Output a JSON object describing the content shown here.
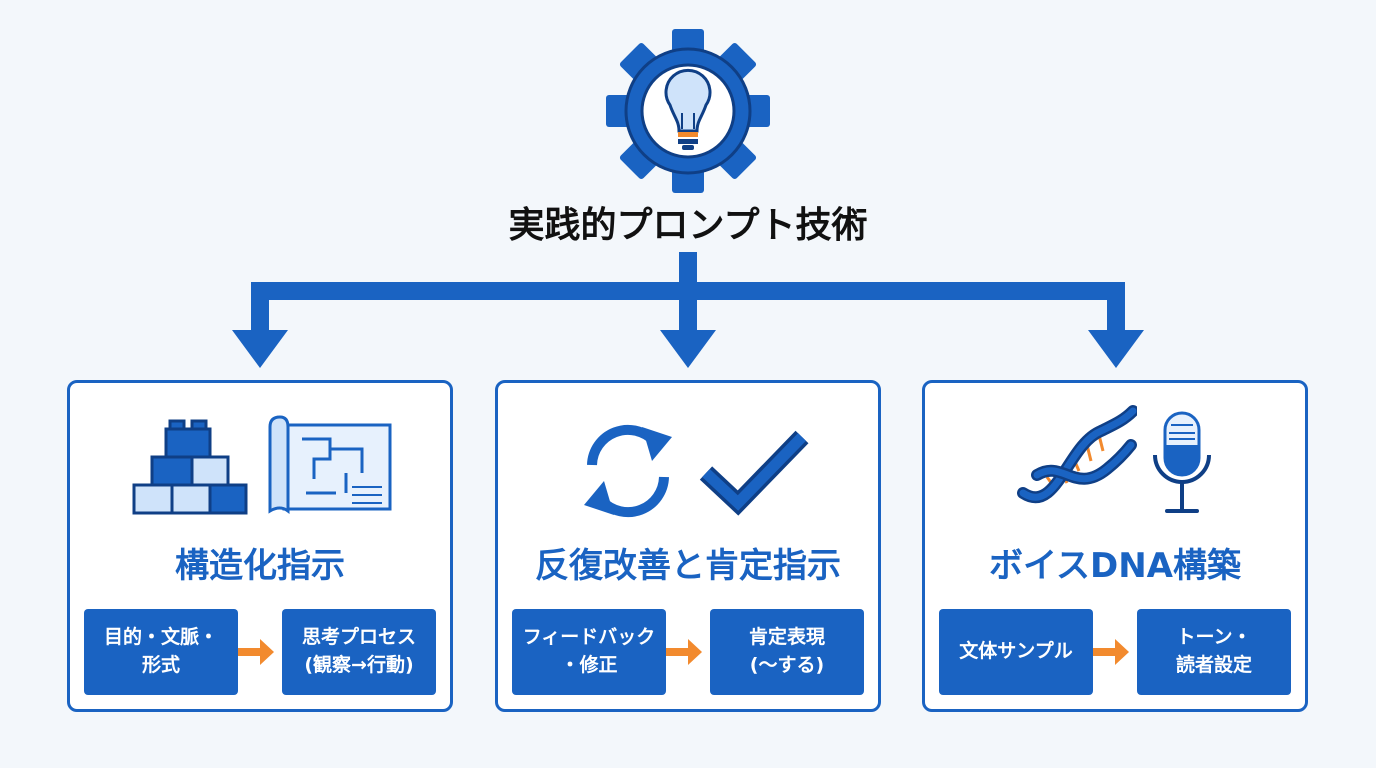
{
  "title": "実践的プロンプト技術",
  "colors": {
    "primary": "#1a63c2",
    "accent": "#f28a2e",
    "background": "#f3f7fb"
  },
  "top_icon": "gear-lightbulb-icon",
  "cards": [
    {
      "title": "構造化指示",
      "icons": [
        "building-blocks-icon",
        "blueprint-icon"
      ],
      "steps": [
        "目的・文脈・\n形式",
        "思考プロセス\n(観察→行動)"
      ]
    },
    {
      "title": "反復改善と肯定指示",
      "icons": [
        "refresh-cycle-icon",
        "checkmark-icon"
      ],
      "steps": [
        "フィードバック\n・修正",
        "肯定表現\n(〜する)"
      ]
    },
    {
      "title": "ボイスDNA構築",
      "icons": [
        "dna-helix-icon",
        "microphone-icon"
      ],
      "steps": [
        "文体サンプル",
        "トーン・\n読者設定"
      ]
    }
  ]
}
